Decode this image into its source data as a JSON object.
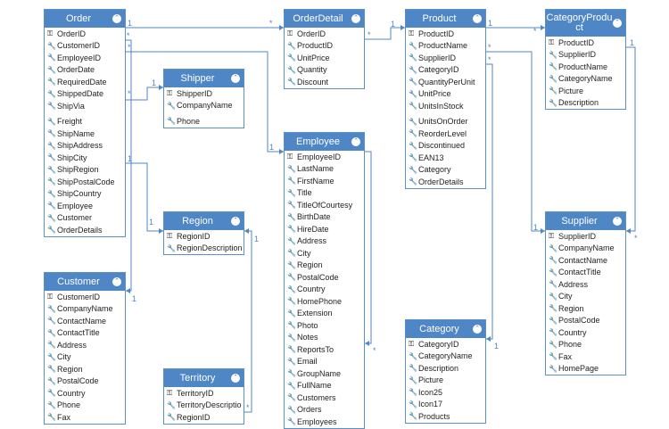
{
  "entities": [
    {
      "id": "Order",
      "title": "Order",
      "fields": [
        {
          "name": "OrderID",
          "key": true
        },
        {
          "name": "CustomerID"
        },
        {
          "name": "EmployeeID"
        },
        {
          "name": "OrderDate"
        },
        {
          "name": "RequiredDate"
        },
        {
          "name": "ShippedDate"
        },
        {
          "name": "ShipVia"
        },
        {
          "gap": true
        },
        {
          "name": "Freight"
        },
        {
          "name": "ShipName"
        },
        {
          "name": "ShipAddress"
        },
        {
          "name": "ShipCity"
        },
        {
          "name": "ShipRegion"
        },
        {
          "name": "ShipPostalCode"
        },
        {
          "name": "ShipCountry"
        },
        {
          "name": "Employee"
        },
        {
          "name": "Customer"
        },
        {
          "name": "OrderDetails"
        }
      ]
    },
    {
      "id": "Shipper",
      "title": "Shipper",
      "fields": [
        {
          "name": "ShipperID",
          "key": true
        },
        {
          "name": "CompanyName"
        },
        {
          "gap": true
        },
        {
          "name": "Phone"
        }
      ]
    },
    {
      "id": "Region",
      "title": "Region",
      "fields": [
        {
          "name": "RegionID",
          "key": true
        },
        {
          "name": "RegionDescription"
        }
      ]
    },
    {
      "id": "Customer",
      "title": "Customer",
      "fields": [
        {
          "name": "CustomerID",
          "key": true
        },
        {
          "name": "CompanyName"
        },
        {
          "name": "ContactName"
        },
        {
          "name": "ContactTitle"
        },
        {
          "name": "Address"
        },
        {
          "name": "City"
        },
        {
          "name": "Region"
        },
        {
          "name": "PostalCode"
        },
        {
          "name": "Country"
        },
        {
          "name": "Phone"
        },
        {
          "name": "Fax"
        }
      ]
    },
    {
      "id": "Territory",
      "title": "Territory",
      "fields": [
        {
          "name": "TerritoryID",
          "key": true
        },
        {
          "name": "TerritoryDescriptio"
        },
        {
          "name": "RegionID"
        }
      ]
    },
    {
      "id": "OrderDetail",
      "title": "OrderDetail",
      "fields": [
        {
          "name": "OrderID",
          "key": true
        },
        {
          "name": "ProductID"
        },
        {
          "name": "UnitPrice"
        },
        {
          "name": "Quantity"
        },
        {
          "name": "Discount"
        }
      ]
    },
    {
      "id": "Employee",
      "title": "Employee",
      "fields": [
        {
          "name": "EmployeeID",
          "key": true
        },
        {
          "name": "LastName"
        },
        {
          "name": "FirstName"
        },
        {
          "name": "Title"
        },
        {
          "name": "TitleOfCourtesy"
        },
        {
          "name": "BirthDate"
        },
        {
          "name": "HireDate"
        },
        {
          "name": "Address"
        },
        {
          "name": "City"
        },
        {
          "name": "Region"
        },
        {
          "name": "PostalCode"
        },
        {
          "name": "Country"
        },
        {
          "name": "HomePhone"
        },
        {
          "name": "Extension"
        },
        {
          "name": "Photo"
        },
        {
          "name": "Notes"
        },
        {
          "name": "ReportsTo"
        },
        {
          "name": "Email"
        },
        {
          "name": "GroupName"
        },
        {
          "name": "FullName"
        },
        {
          "name": "Customers"
        },
        {
          "name": "Orders"
        },
        {
          "name": "Employees"
        }
      ]
    },
    {
      "id": "Product",
      "title": "Product",
      "fields": [
        {
          "name": "ProductID",
          "key": true
        },
        {
          "name": "ProductName"
        },
        {
          "name": "SupplierID"
        },
        {
          "name": "CategoryID"
        },
        {
          "name": "QuantityPerUnit"
        },
        {
          "name": "UnitPrice"
        },
        {
          "name": "UnitsInStock"
        },
        {
          "gap": true
        },
        {
          "name": "UnitsOnOrder"
        },
        {
          "name": "ReorderLevel"
        },
        {
          "name": "Discontinued"
        },
        {
          "name": "EAN13"
        },
        {
          "name": "Category"
        },
        {
          "name": "OrderDetails"
        }
      ]
    },
    {
      "id": "Category",
      "title": "Category",
      "fields": [
        {
          "name": "CategoryID",
          "key": true
        },
        {
          "name": "CategoryName"
        },
        {
          "name": "Description"
        },
        {
          "name": "Picture"
        },
        {
          "name": "Icon25"
        },
        {
          "name": "Icon17"
        },
        {
          "name": "Products"
        }
      ]
    },
    {
      "id": "CategoryProduct",
      "title": "CategoryProduct",
      "fields": [
        {
          "name": "ProductID",
          "key": true
        },
        {
          "name": "SupplierID"
        },
        {
          "name": "ProductName"
        },
        {
          "name": "CategoryName"
        },
        {
          "name": "Picture"
        },
        {
          "name": "Description"
        }
      ]
    },
    {
      "id": "Supplier",
      "title": "Supplier",
      "fields": [
        {
          "name": "SupplierID",
          "key": true
        },
        {
          "name": "CompanyName"
        },
        {
          "name": "ContactName"
        },
        {
          "name": "ContactTitle"
        },
        {
          "name": "Address"
        },
        {
          "name": "City"
        },
        {
          "name": "Region"
        },
        {
          "name": "PostalCode"
        },
        {
          "name": "Country"
        },
        {
          "name": "Phone"
        },
        {
          "name": "Fax"
        },
        {
          "name": "HomePage"
        }
      ]
    }
  ],
  "multiplicity": {
    "one": "1",
    "many": "*"
  },
  "colors": {
    "header": "#4f86c6",
    "line": "#4f86c6",
    "border": "#5b8fc7"
  }
}
